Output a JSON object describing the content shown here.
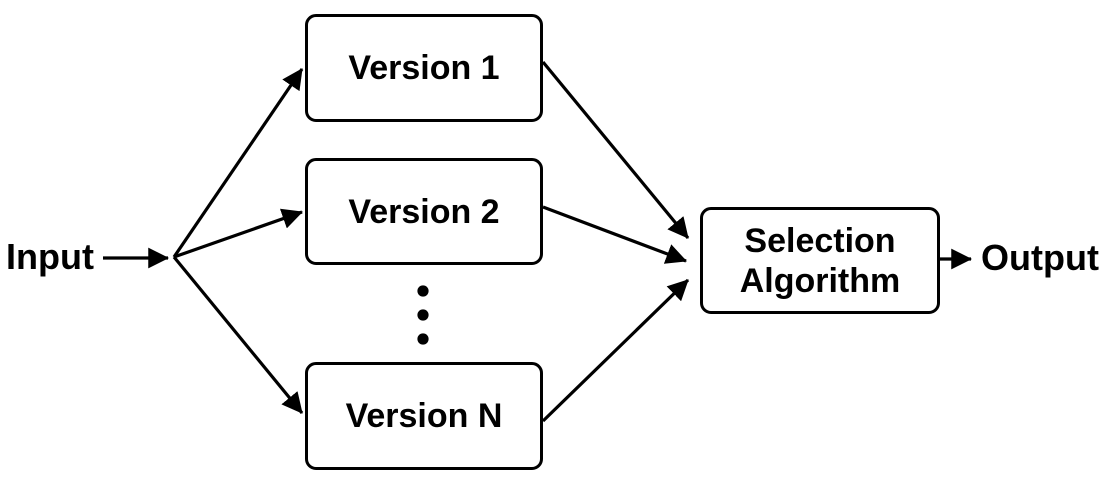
{
  "labels": {
    "input": "Input",
    "output": "Output"
  },
  "version_boxes": [
    {
      "label": "Version 1"
    },
    {
      "label": "Version 2"
    },
    {
      "label": "Version N"
    }
  ],
  "selection_box": {
    "line1": "Selection",
    "line2": "Algorithm"
  },
  "ellipsis": {
    "meaning": "more versions between Version 2 and Version N"
  },
  "colors": {
    "line": "#000000",
    "box_border": "#000000",
    "box_fill": "#ffffff",
    "background": "#ffffff",
    "text": "#000000"
  }
}
